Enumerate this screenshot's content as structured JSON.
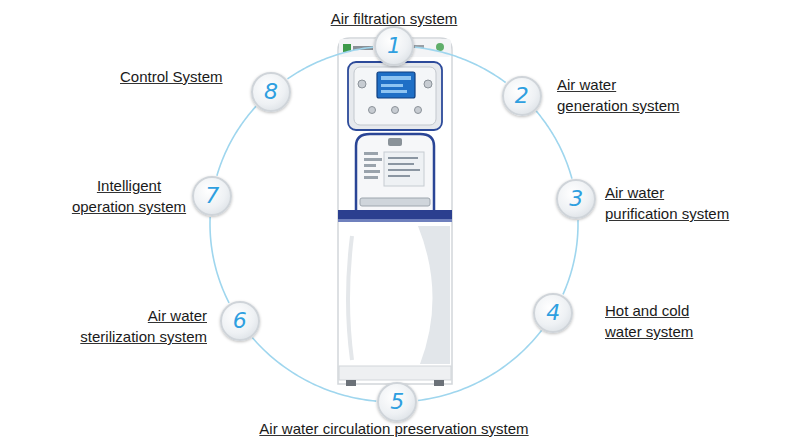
{
  "diagram": {
    "nodes": [
      {
        "text": [
          "1"
        ]
      },
      {
        "text": [
          "2"
        ]
      },
      {
        "text": [
          "3"
        ]
      },
      {
        "text": [
          "4"
        ]
      },
      {
        "text": [
          "5"
        ]
      },
      {
        "text": [
          "6"
        ]
      },
      {
        "text": [
          "7"
        ]
      },
      {
        "text": [
          "8"
        ]
      }
    ],
    "edges": [
      {
        "from": 0,
        "to": 1,
        "arrow": "none"
      },
      {
        "from": 1,
        "to": 2,
        "arrow": "none"
      },
      {
        "from": 2,
        "to": 3,
        "arrow": "none"
      },
      {
        "from": 3,
        "to": 4,
        "arrow": "none"
      },
      {
        "from": 4,
        "to": 5,
        "arrow": "none"
      },
      {
        "from": 5,
        "to": 6,
        "arrow": "none"
      },
      {
        "from": 6,
        "to": 7,
        "arrow": "none"
      },
      {
        "from": 7,
        "to": 0,
        "arrow": "none"
      }
    ],
    "labels": [
      "Air filtration system",
      "Air water generation system",
      "Air water purification system",
      "Hot and cold water system",
      "Air water circulation preservation system",
      "Air water sterilization system",
      "Intelligent operation system",
      "Control System"
    ]
  }
}
